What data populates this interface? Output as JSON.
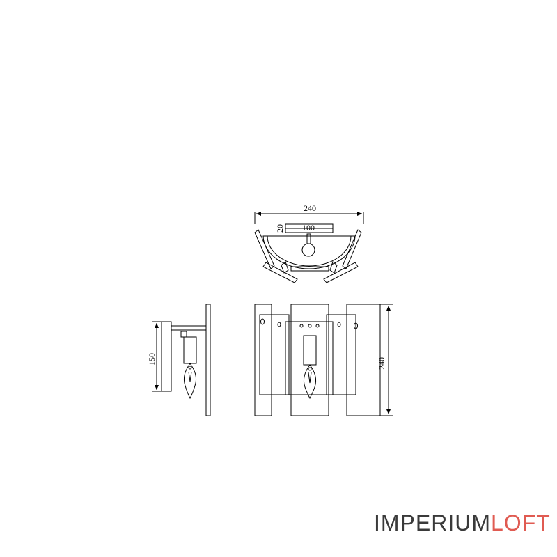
{
  "dimensions": {
    "top_width": "240",
    "top_depth": "20",
    "top_plate": "100",
    "side_height": "150",
    "front_height": "240"
  },
  "brand": {
    "part1": "IMPERIUM",
    "part2": "LOFT",
    "color1": "#3a3a3a",
    "color2": "#e05b52"
  }
}
